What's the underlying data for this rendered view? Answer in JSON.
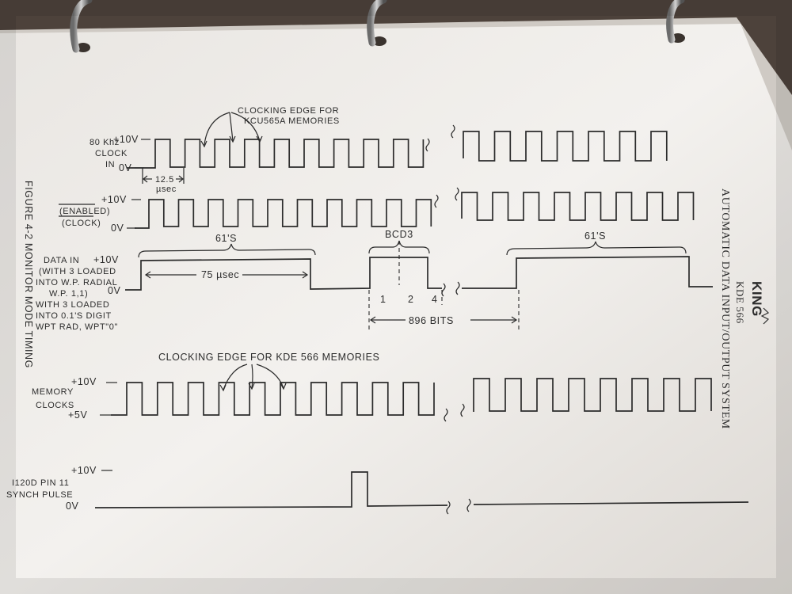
{
  "header": {
    "brand": "KING",
    "model": "KDE 566",
    "system": "AUTOMATIC DATA INPUT/OUTPUT SYSTEM",
    "figure_caption": "FIGURE 4-2 MONITOR MODE TIMING"
  },
  "annotations": {
    "kcu_edge_line1": "CLOCKING EDGE FOR",
    "kcu_edge_line2": "KCU565A MEMORIES",
    "kde_edge": "CLOCKING EDGE FOR KDE 566 MEMORIES",
    "period_value": "12.5",
    "period_unit": "µsec",
    "ones_left": "61'S",
    "ones_right": "61'S",
    "bcd": "BCD3",
    "bit1": "1",
    "bit2": "2",
    "bit4": "4",
    "interval_75": "75 µsec",
    "interval_bits": "896 BITS"
  },
  "signals": [
    {
      "id": "clock_in",
      "label_lines": [
        "80 Khz",
        "CLOCK",
        "IN"
      ],
      "high_label": "+10V",
      "low_label": "0V"
    },
    {
      "id": "enabled_clock",
      "label_lines": [
        "(ENABLED)",
        "(CLOCK)"
      ],
      "high_label": "+10V",
      "low_label": "0V"
    },
    {
      "id": "data_in",
      "label_lines": [
        "DATA IN",
        "(WITH 3 LOADED",
        "INTO W.P. RADIAL",
        "W.P. 1,1)",
        "WITH 3 LOADED",
        "INTO 0.1'S DIGIT",
        "WPT RAD, WPT\"0\""
      ],
      "high_label": "+10V",
      "low_label": "0V"
    },
    {
      "id": "memory_clocks",
      "label_lines": [
        "MEMORY",
        "CLOCKS"
      ],
      "high_label": "+10V",
      "low_label": "+5V"
    },
    {
      "id": "synch_pulse",
      "label_lines": [
        "I120D PIN 11",
        "SYNCH PULSE"
      ],
      "high_label": "+10V",
      "low_label": "0V"
    }
  ]
}
